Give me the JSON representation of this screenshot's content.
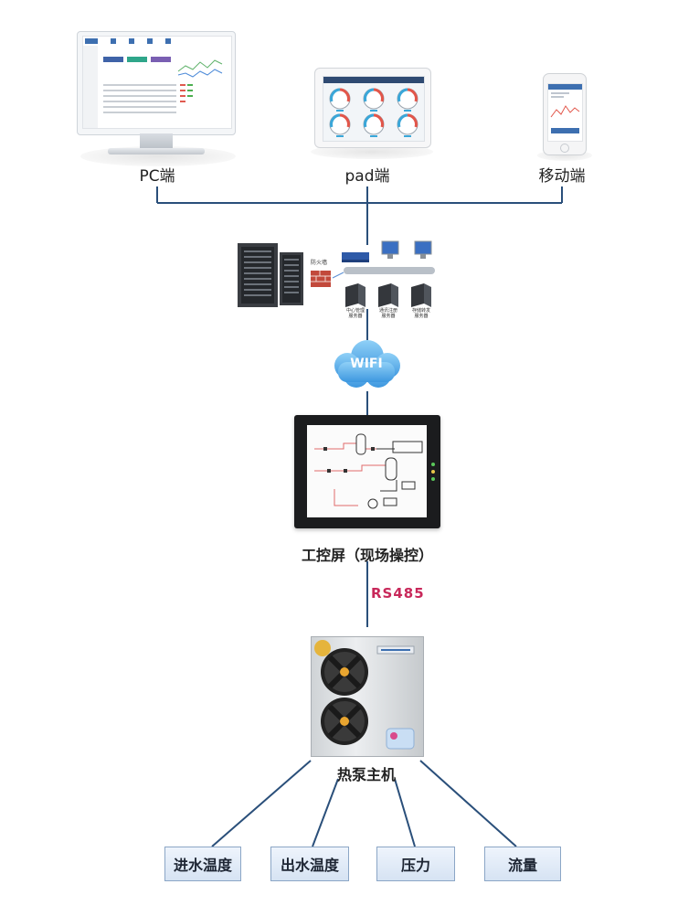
{
  "devices": {
    "pc_label": "PC端",
    "pad_label": "pad端",
    "mobile_label": "移动端"
  },
  "server_rack": {
    "firewall_label": "防火墙",
    "servers": [
      {
        "line1": "中心管理",
        "line2": "服务器"
      },
      {
        "line1": "通讯注册",
        "line2": "服务器"
      },
      {
        "line1": "存储转发",
        "line2": "服务器"
      }
    ]
  },
  "wifi_label": "WIFI",
  "hmi_label": "工控屏（现场操控）",
  "link_label": "RS485",
  "heat_pump_label": "热泵主机",
  "sensors": [
    "进水温度",
    "出水温度",
    "压力",
    "流量"
  ],
  "colors": {
    "line": "#2a4f7a",
    "rs485": "#c8285a",
    "wifi_cloud": "#5fb0ec",
    "sensor_border": "#8ba6c6"
  }
}
